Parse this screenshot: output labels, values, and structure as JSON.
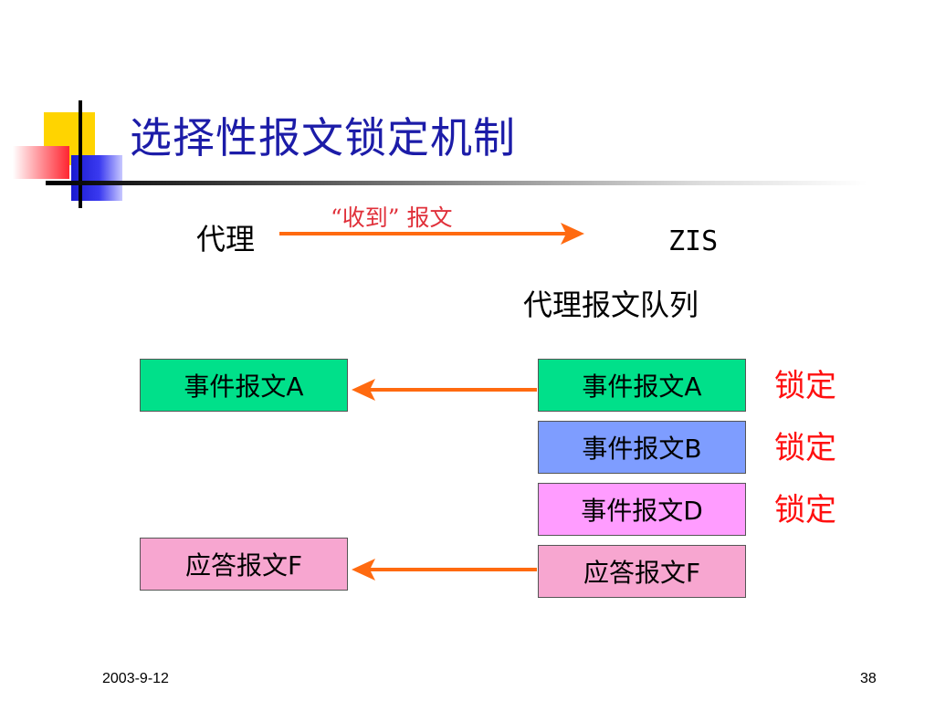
{
  "slide": {
    "title": "选择性报文锁定机制",
    "agent_label": "代理",
    "zis_label": "ZIS",
    "message_label": "“收到” 报文",
    "queue_label": "代理报文队列",
    "accent_color": "#1c1ca8",
    "arrow_color": "#ff6a10",
    "lock_color": "#ff1010"
  },
  "agent_side": [
    {
      "label": "事件报文A",
      "color": "#00e08a"
    },
    {
      "label": "应答报文F",
      "color": "#f7a6d0"
    }
  ],
  "queue": [
    {
      "label": "事件报文A",
      "color": "#00e08a",
      "lock": "锁定"
    },
    {
      "label": "事件报文B",
      "color": "#7e9dff",
      "lock": "锁定"
    },
    {
      "label": "事件报文D",
      "color": "#ff9cff",
      "lock": "锁定"
    },
    {
      "label": "应答报文F",
      "color": "#f7a6d0",
      "lock": ""
    }
  ],
  "footer": {
    "date": "2003-9-12",
    "page": "38"
  }
}
